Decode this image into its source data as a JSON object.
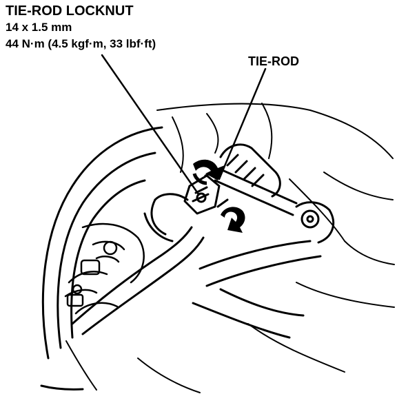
{
  "callouts": {
    "locknut": {
      "title": "TIE-ROD LOCKNUT",
      "size": "14 x 1.5 mm",
      "torque": "44 N·m (4.5 kgf·m, 33 lbf·ft)"
    },
    "tierod": {
      "title": "TIE-ROD"
    }
  },
  "colors": {
    "ink": "#000000",
    "paper": "#ffffff"
  },
  "icons": [
    "wrench-rotation-arrow-icon",
    "wrench-rotation-arrow-icon"
  ]
}
